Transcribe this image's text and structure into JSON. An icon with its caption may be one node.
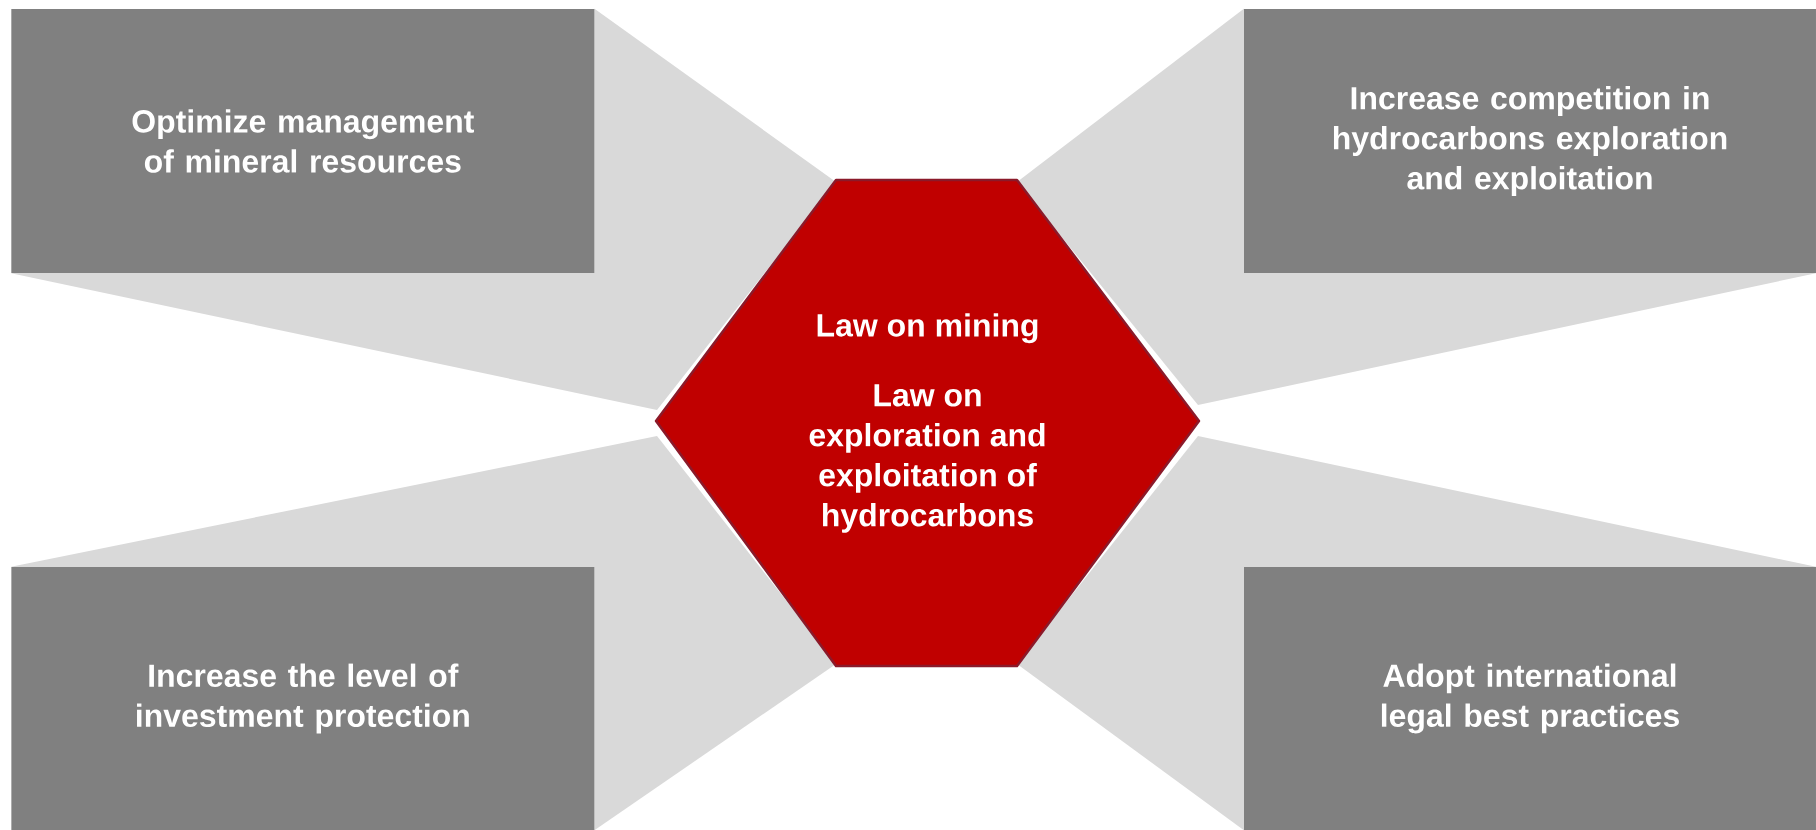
{
  "diagram": {
    "nodes": [
      {
        "text": [
          "Optimize management of mineral resources"
        ]
      },
      {
        "text": [
          "Increase competition in hydrocarbons exploration and exploitation"
        ]
      },
      {
        "text": [
          "Law on mining",
          "Law on exploration and exploitation of hydrocarbons"
        ]
      },
      {
        "text": [
          "Increase the level of investment protection"
        ]
      },
      {
        "text": [
          "Adopt international legal best practices"
        ]
      }
    ],
    "edges": [
      {
        "from": 2,
        "to": 0,
        "arrow": "none"
      },
      {
        "from": 2,
        "to": 1,
        "arrow": "none"
      },
      {
        "from": 2,
        "to": 3,
        "arrow": "none"
      },
      {
        "from": 2,
        "to": 4,
        "arrow": "none"
      }
    ]
  }
}
